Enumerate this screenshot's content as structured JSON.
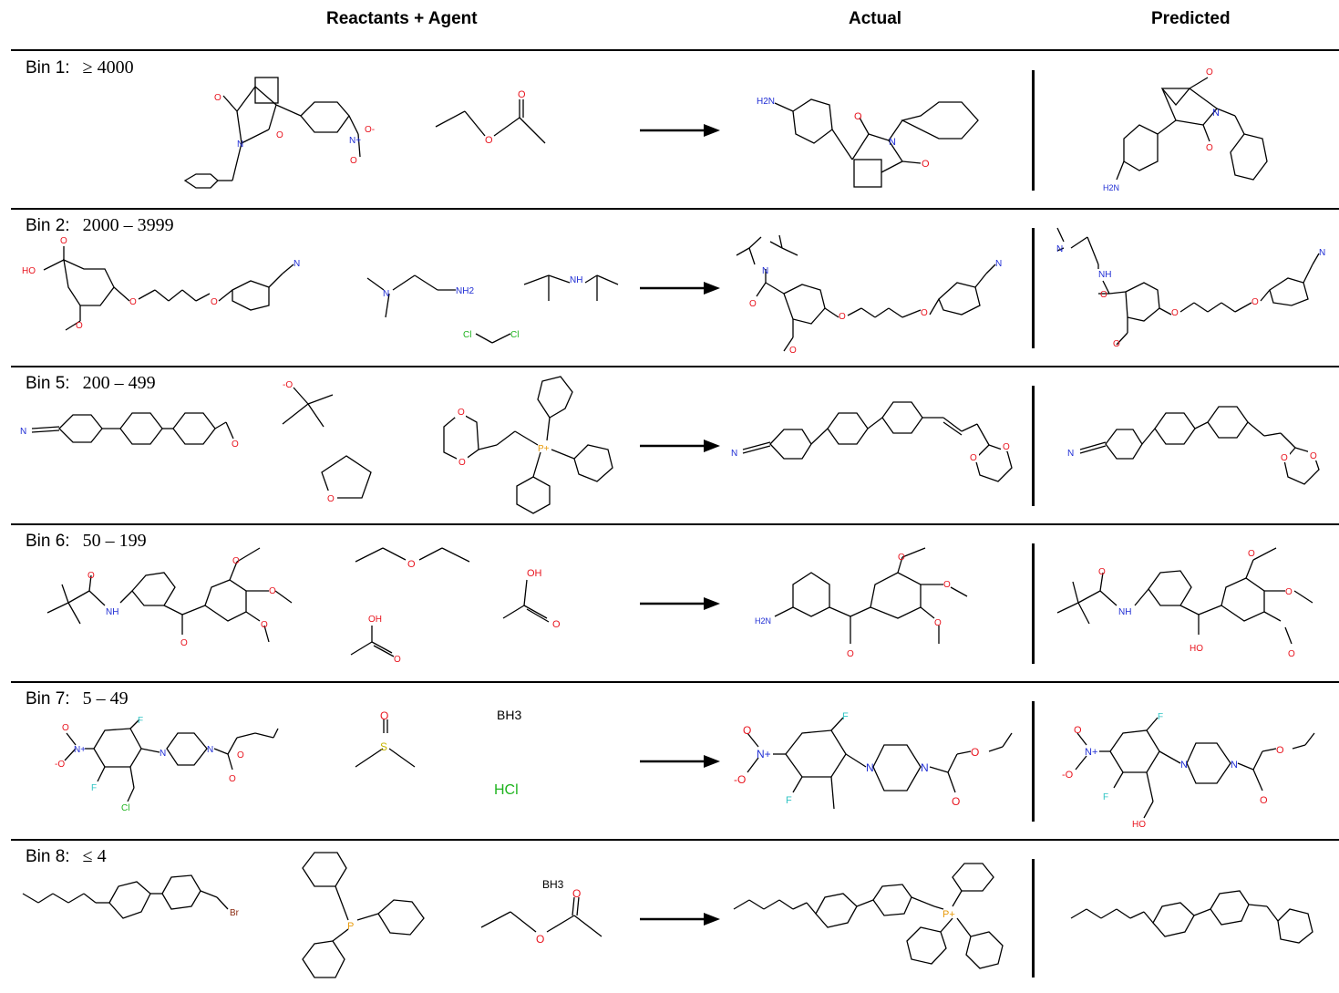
{
  "headers": {
    "reactants": "Reactants + Agent",
    "actual": "Actual",
    "predicted": "Predicted"
  },
  "colors": {
    "oxygen": "#e8141e",
    "nitrogen": "#1f2dd4",
    "chlorine": "#1fb41f",
    "fluorine": "#31c4c4",
    "phosphorus": "#e89a0a",
    "sulfur": "#c6b400",
    "bromine": "#8b2a10",
    "bond": "#000000"
  },
  "bins": [
    {
      "name": "Bin 1:",
      "range": "≥ 4000",
      "labels": {
        "r1": [
          "O",
          "N",
          "O",
          "N+",
          "O-",
          "O"
        ],
        "r2": [
          "O",
          "O"
        ],
        "actual": [
          "H2N",
          "O",
          "N",
          "O"
        ],
        "predicted": [
          "O",
          "N",
          "O",
          "H2N"
        ]
      }
    },
    {
      "name": "Bin 2:",
      "range": "2000 – 3999",
      "labels": {
        "r1": [
          "O",
          "HO",
          "O",
          "O",
          "O",
          "N"
        ],
        "r2": [
          "N",
          "NH2"
        ],
        "r3": [
          "NH"
        ],
        "r4": [
          "Cl",
          "Cl"
        ],
        "actual": [
          "N",
          "O",
          "O",
          "O",
          "O",
          "N"
        ],
        "predicted": [
          "N",
          "NH",
          "O",
          "O",
          "O",
          "O",
          "N"
        ]
      }
    },
    {
      "name": "Bin 5:",
      "range": "200 – 499",
      "labels": {
        "r1": [
          "N",
          "O"
        ],
        "r2": [
          "-O"
        ],
        "r3": [
          "O"
        ],
        "r4": [
          "O",
          "O",
          "P+"
        ],
        "actual": [
          "N",
          "O",
          "O"
        ],
        "predicted": [
          "N",
          "O",
          "O"
        ]
      }
    },
    {
      "name": "Bin 6:",
      "range": "50 – 199",
      "labels": {
        "r1": [
          "O",
          "NH",
          "O",
          "O",
          "O",
          "O"
        ],
        "r2": [
          "O"
        ],
        "r3": [
          "OH",
          "O"
        ],
        "r4": [
          "OH",
          "O"
        ],
        "actual": [
          "H2N",
          "O",
          "O",
          "O",
          "O"
        ],
        "predicted": [
          "O",
          "NH",
          "HO",
          "O",
          "O",
          "O"
        ]
      }
    },
    {
      "name": "Bin 7:",
      "range": "5 – 49",
      "labels": {
        "r1": [
          "O",
          "N+",
          "-O",
          "F",
          "F",
          "Cl",
          "N",
          "N",
          "O",
          "O"
        ],
        "r2": [
          "O",
          "S"
        ],
        "r3": [
          "BH3"
        ],
        "r4": [
          "HCl"
        ],
        "actual": [
          "O",
          "N+",
          "-O",
          "F",
          "F",
          "N",
          "N",
          "O",
          "O"
        ],
        "predicted": [
          "O",
          "N+",
          "-O",
          "F",
          "F",
          "HO",
          "N",
          "N",
          "O",
          "O"
        ]
      }
    },
    {
      "name": "Bin 8:",
      "range": "≤ 4",
      "labels": {
        "r1": [
          "Br"
        ],
        "r2": [
          "P"
        ],
        "r3": [
          "BH3",
          "O",
          "O"
        ],
        "actual": [
          "P+"
        ]
      }
    }
  ]
}
